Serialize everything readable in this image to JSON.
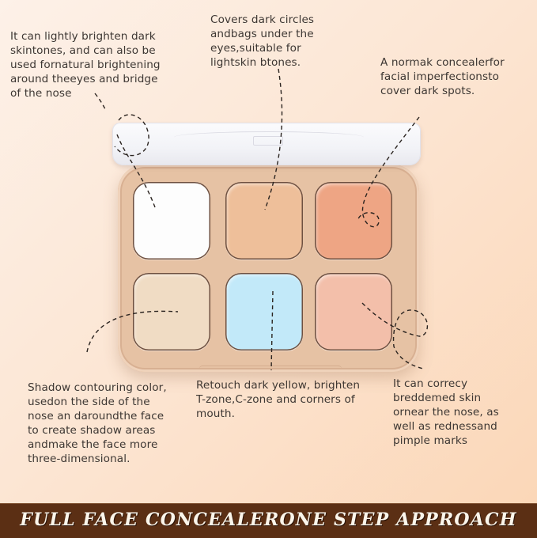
{
  "annotations": {
    "top_left": {
      "pan": "white",
      "lines": [
        "It can lightly brighten dark",
        "skintones, and can also be",
        "used fornatural brightening",
        "around theeyes and bridge",
        "of the nose"
      ]
    },
    "top_center": {
      "pan": "light-peach",
      "lines": [
        "Covers dark circles",
        "andbags under the",
        "eyes,suitable for",
        "lightskin btones."
      ]
    },
    "top_right": {
      "pan": "orange-coral",
      "lines": [
        "A normak concealerfor",
        "facial imperfectionsto",
        "cover dark spots."
      ]
    },
    "bottom_left": {
      "pan": "cream-beige",
      "lines": [
        "Shadow contouring color,",
        "usedon the side of the",
        "nose an daroundthe face",
        "to create shadow areas",
        "andmake the face more",
        "three-dimensional."
      ]
    },
    "bottom_center": {
      "pan": "light-blue",
      "lines": [
        "Retouch dark yellow, brighten",
        "T-zone,C-zone and corners of",
        "mouth."
      ]
    },
    "bottom_right": {
      "pan": "pink",
      "lines": [
        "It can correcy",
        "breddemed skin",
        "ornear the nose, as",
        "well as rednessand",
        "pimple marks"
      ]
    }
  },
  "palette": {
    "case_color": "#e6c2a4",
    "pans": [
      {
        "name": "white",
        "color": "#fdfdfd"
      },
      {
        "name": "light-peach",
        "color": "#eebf9a"
      },
      {
        "name": "orange-coral",
        "color": "#eea584"
      },
      {
        "name": "cream-beige",
        "color": "#f0dcc4"
      },
      {
        "name": "light-blue",
        "color": "#c2e9f9"
      },
      {
        "name": "pink",
        "color": "#f3bfaa"
      }
    ]
  },
  "banner": {
    "text": "FULL FACE CONCEALERONE STEP APPROACH",
    "background": "#5b2f14"
  }
}
